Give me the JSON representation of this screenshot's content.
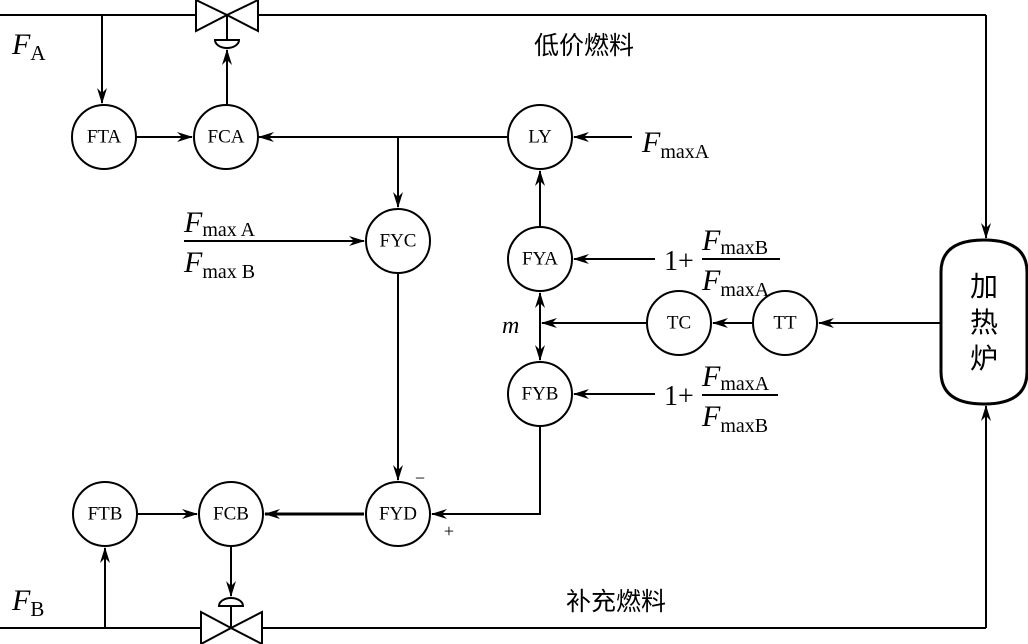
{
  "diagram": {
    "title": "Heating furnace fuel ratio control with temperature override",
    "streams": {
      "fuel_a_label": "低价燃料",
      "fuel_b_label": "补充燃料",
      "flow_a_symbol": "F",
      "flow_a_sub": "A",
      "flow_b_symbol": "F",
      "flow_b_sub": "B"
    },
    "furnace": {
      "label_chars": [
        "加",
        "热",
        "炉"
      ]
    },
    "nodes": {
      "FTA": "FTA",
      "FCA": "FCA",
      "LY": "LY",
      "FYC": "FYC",
      "FYA": "FYA",
      "TC": "TC",
      "TT": "TT",
      "FYB": "FYB",
      "FTB": "FTB",
      "FCB": "FCB",
      "FYD": "FYD"
    },
    "inputs": {
      "ly_input": {
        "symbol": "F",
        "sub": "maxA"
      },
      "fyc_input": {
        "num_symbol": "F",
        "num_sub": "max A",
        "den_symbol": "F",
        "den_sub": "max B"
      },
      "fya_input": {
        "prefix": "1+",
        "num_symbol": "F",
        "num_sub": "maxB",
        "den_symbol": "F",
        "den_sub": "maxA"
      },
      "fyb_input": {
        "prefix": "1+",
        "num_symbol": "F",
        "num_sub": "maxA",
        "den_symbol": "F",
        "den_sub": "maxB"
      },
      "m_label": "m"
    },
    "signs": {
      "fyd_minus": "−",
      "fyd_plus": "+"
    }
  }
}
